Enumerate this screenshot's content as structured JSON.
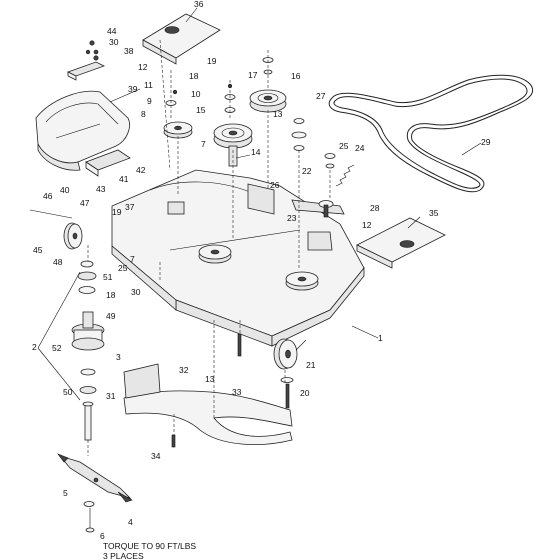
{
  "diagram": {
    "callouts": [
      {
        "id": "c36",
        "text": "36"
      },
      {
        "id": "c44",
        "text": "44"
      },
      {
        "id": "c30a",
        "text": "30"
      },
      {
        "id": "c38",
        "text": "38"
      },
      {
        "id": "c12a",
        "text": "12"
      },
      {
        "id": "c19a",
        "text": "19"
      },
      {
        "id": "c17",
        "text": "17"
      },
      {
        "id": "c16",
        "text": "16"
      },
      {
        "id": "c11",
        "text": "11"
      },
      {
        "id": "c18a",
        "text": "18"
      },
      {
        "id": "c39",
        "text": "39"
      },
      {
        "id": "c10",
        "text": "10"
      },
      {
        "id": "c9",
        "text": "9"
      },
      {
        "id": "c27",
        "text": "27"
      },
      {
        "id": "c15",
        "text": "15"
      },
      {
        "id": "c13a",
        "text": "13"
      },
      {
        "id": "c8",
        "text": "8"
      },
      {
        "id": "c14",
        "text": "14"
      },
      {
        "id": "c7a",
        "text": "7"
      },
      {
        "id": "c25a",
        "text": "25"
      },
      {
        "id": "c24",
        "text": "24"
      },
      {
        "id": "c29",
        "text": "29"
      },
      {
        "id": "c42",
        "text": "42"
      },
      {
        "id": "c22",
        "text": "22"
      },
      {
        "id": "c41",
        "text": "41"
      },
      {
        "id": "c40",
        "text": "40"
      },
      {
        "id": "c43",
        "text": "43"
      },
      {
        "id": "c46",
        "text": "46"
      },
      {
        "id": "c26",
        "text": "26"
      },
      {
        "id": "c28",
        "text": "28"
      },
      {
        "id": "c47",
        "text": "47"
      },
      {
        "id": "c37",
        "text": "37"
      },
      {
        "id": "c19b",
        "text": "19"
      },
      {
        "id": "c23",
        "text": "23"
      },
      {
        "id": "c12b",
        "text": "12"
      },
      {
        "id": "c35",
        "text": "35"
      },
      {
        "id": "c45",
        "text": "45"
      },
      {
        "id": "c48",
        "text": "48"
      },
      {
        "id": "c25b",
        "text": "25"
      },
      {
        "id": "c7b",
        "text": "7"
      },
      {
        "id": "c30b",
        "text": "30"
      },
      {
        "id": "c18b",
        "text": "18"
      },
      {
        "id": "c51",
        "text": "51"
      },
      {
        "id": "c49",
        "text": "49"
      },
      {
        "id": "c2",
        "text": "2"
      },
      {
        "id": "c52",
        "text": "52"
      },
      {
        "id": "c3",
        "text": "3"
      },
      {
        "id": "c1",
        "text": "1"
      },
      {
        "id": "c21",
        "text": "21"
      },
      {
        "id": "c32",
        "text": "32"
      },
      {
        "id": "c13b",
        "text": "13"
      },
      {
        "id": "c31",
        "text": "31"
      },
      {
        "id": "c33",
        "text": "33"
      },
      {
        "id": "c50",
        "text": "50"
      },
      {
        "id": "c20",
        "text": "20"
      },
      {
        "id": "c34",
        "text": "34"
      },
      {
        "id": "c5",
        "text": "5"
      },
      {
        "id": "c4",
        "text": "4"
      },
      {
        "id": "c6",
        "text": "6"
      }
    ],
    "torque_note": [
      "TORQUE TO 90 FT/LBS",
      "3 PLACES"
    ]
  }
}
